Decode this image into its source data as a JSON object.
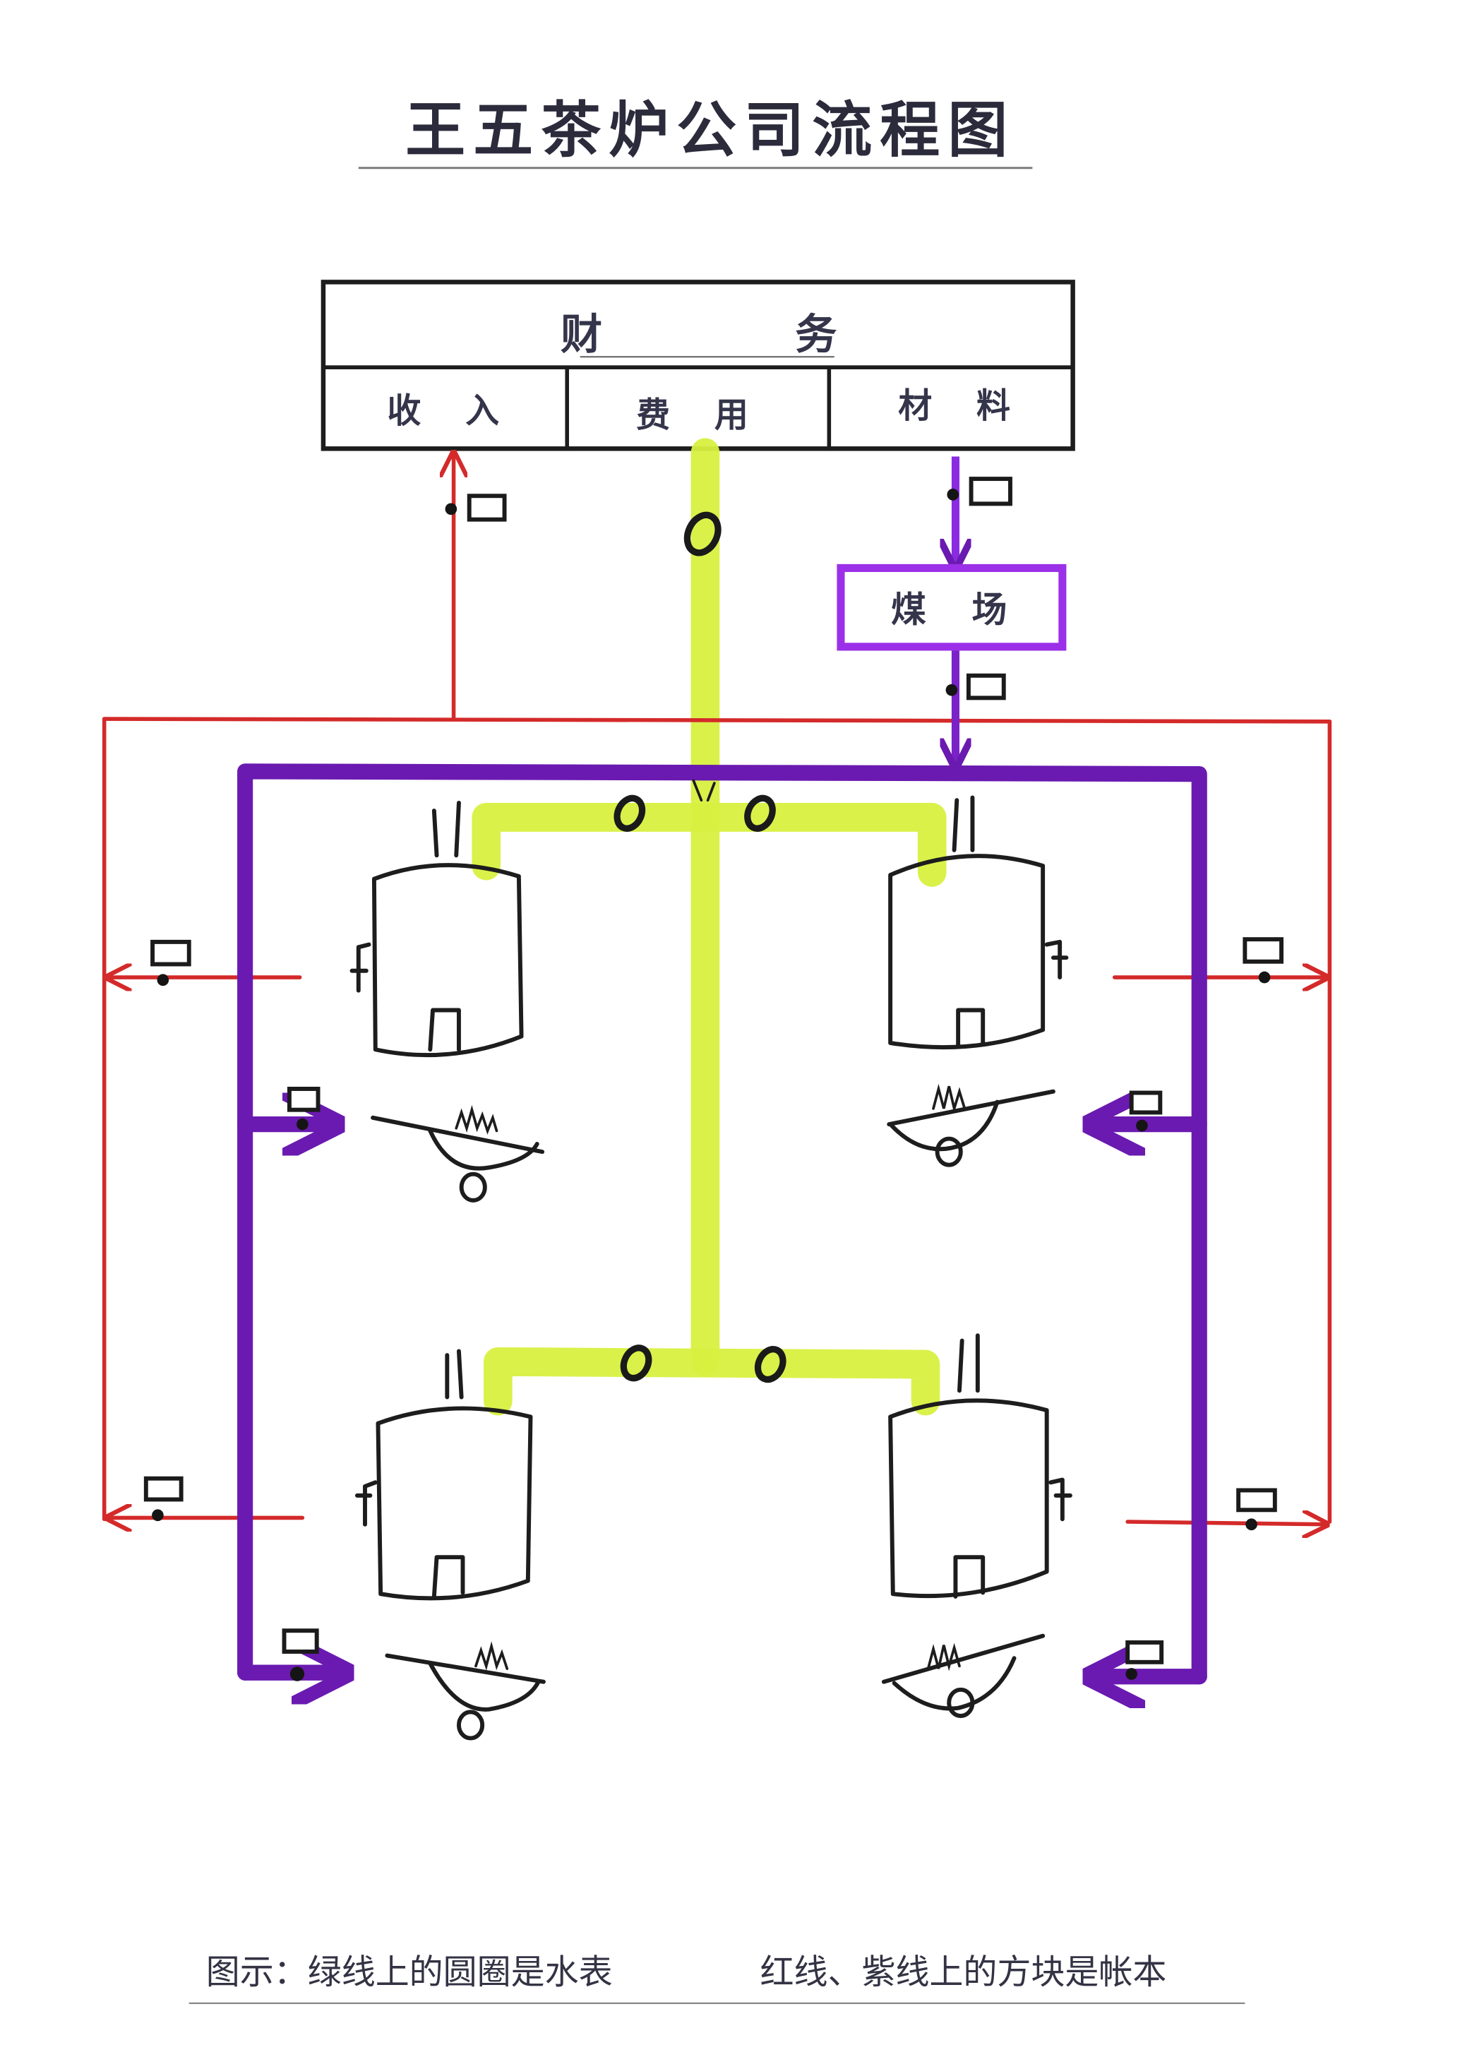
{
  "title": "王五茶炉公司流程图",
  "finance": {
    "title": "财　　　　务",
    "columns": [
      "收　入",
      "费　用",
      "材　料"
    ]
  },
  "coal_yard": "煤　场",
  "legend": {
    "left": "图示：绿线上的圆圈是水表",
    "right": "红线、紫线上的方块是帐本"
  },
  "colors": {
    "water_line": "#d8f040",
    "revenue_line": "#d42a2a",
    "material_line": "#6a1ab0"
  }
}
